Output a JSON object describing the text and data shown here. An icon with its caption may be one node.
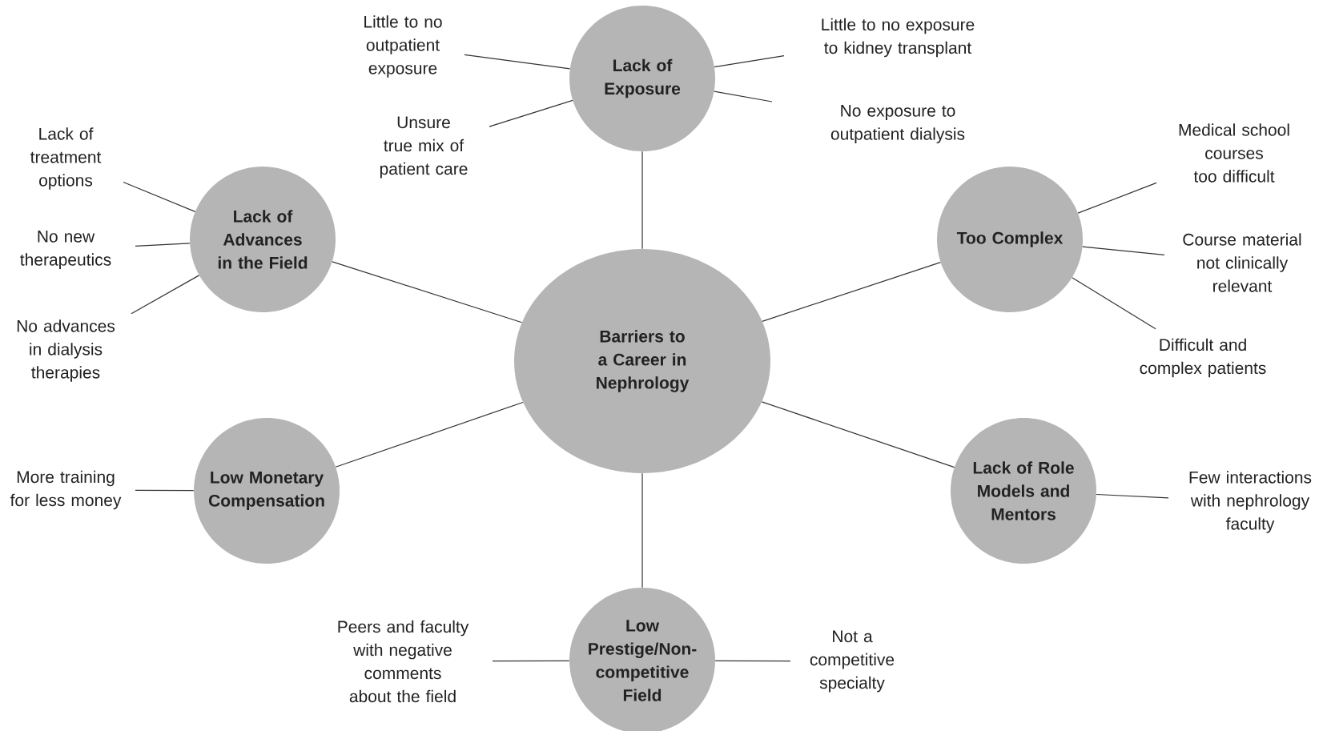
{
  "diagram": {
    "nodes": [
      {
        "text": [
          "Barriers to a Career in Nephrology"
        ]
      },
      {
        "text": [
          "Lack of Exposure"
        ]
      },
      {
        "text": [
          "Lack of Advances in the Field"
        ]
      },
      {
        "text": [
          "Too Complex"
        ]
      },
      {
        "text": [
          "Low Monetary Compensation"
        ]
      },
      {
        "text": [
          "Lack of Role Models and Mentors"
        ]
      },
      {
        "text": [
          "Low Prestige/Non-competitive Field"
        ]
      },
      {
        "text": [
          "Little to no outpatient exposure"
        ]
      },
      {
        "text": [
          "Little to no exposure to kidney transplant"
        ]
      },
      {
        "text": [
          "Unsure true mix of patient care"
        ]
      },
      {
        "text": [
          "No exposure to outpatient dialysis"
        ]
      },
      {
        "text": [
          "Lack of treatment options"
        ]
      },
      {
        "text": [
          "No new therapeutics"
        ]
      },
      {
        "text": [
          "No advances in dialysis therapies"
        ]
      },
      {
        "text": [
          "Medical school courses too difficult"
        ]
      },
      {
        "text": [
          "Course material not clinically relevant"
        ]
      },
      {
        "text": [
          "Difficult and complex patients"
        ]
      },
      {
        "text": [
          "More training for less money"
        ]
      },
      {
        "text": [
          "Few interactions with nephrology faculty"
        ]
      },
      {
        "text": [
          "Peers and faculty with negative comments about the field"
        ]
      },
      {
        "text": [
          "Not a competitive specialty"
        ]
      }
    ],
    "edges": [
      {
        "from": 0,
        "to": 1,
        "arrow": "none"
      },
      {
        "from": 0,
        "to": 2,
        "arrow": "none"
      },
      {
        "from": 0,
        "to": 3,
        "arrow": "none"
      },
      {
        "from": 0,
        "to": 4,
        "arrow": "none"
      },
      {
        "from": 0,
        "to": 5,
        "arrow": "none"
      },
      {
        "from": 0,
        "to": 6,
        "arrow": "none"
      },
      {
        "from": 1,
        "to": 7,
        "arrow": "none"
      },
      {
        "from": 1,
        "to": 8,
        "arrow": "none"
      },
      {
        "from": 1,
        "to": 9,
        "arrow": "none"
      },
      {
        "from": 1,
        "to": 10,
        "arrow": "none"
      },
      {
        "from": 2,
        "to": 11,
        "arrow": "none"
      },
      {
        "from": 2,
        "to": 12,
        "arrow": "none"
      },
      {
        "from": 2,
        "to": 13,
        "arrow": "none"
      },
      {
        "from": 3,
        "to": 14,
        "arrow": "none"
      },
      {
        "from": 3,
        "to": 15,
        "arrow": "none"
      },
      {
        "from": 3,
        "to": 16,
        "arrow": "none"
      },
      {
        "from": 4,
        "to": 17,
        "arrow": "none"
      },
      {
        "from": 5,
        "to": 18,
        "arrow": "none"
      },
      {
        "from": 6,
        "to": 19,
        "arrow": "none"
      },
      {
        "from": 6,
        "to": 20,
        "arrow": "none"
      }
    ]
  }
}
